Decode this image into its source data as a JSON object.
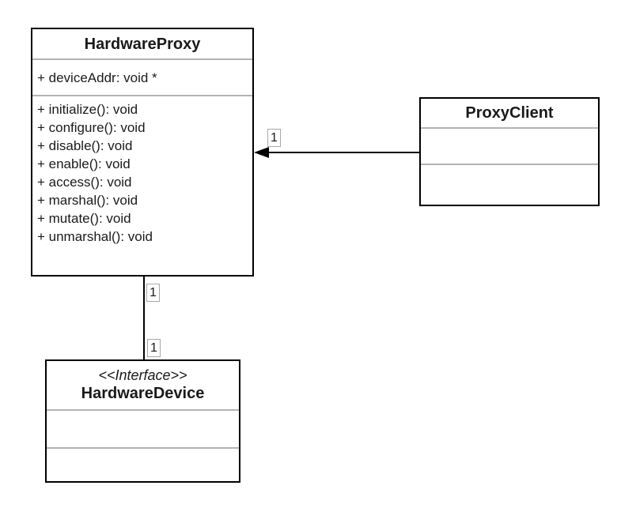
{
  "diagram": {
    "classes": {
      "hardware_proxy": {
        "name": "HardwareProxy",
        "attributes": [
          "+ deviceAddr: void *"
        ],
        "methods": [
          "+ initialize(): void",
          "+ configure(): void",
          "+ disable(): void",
          "+ enable(): void",
          "+ access(): void",
          "+ marshal(): void",
          "+ mutate(): void",
          "+ unmarshal(): void"
        ]
      },
      "proxy_client": {
        "name": "ProxyClient"
      },
      "hardware_device": {
        "stereotype": "<<Interface>>",
        "name": "HardwareDevice"
      }
    },
    "relations": {
      "client_to_proxy": {
        "type": "directed-association",
        "source": "ProxyClient",
        "target": "HardwareProxy",
        "target_multiplicity": "1"
      },
      "proxy_to_device": {
        "type": "association",
        "source": "HardwareProxy",
        "target": "HardwareDevice",
        "source_multiplicity": "1",
        "target_multiplicity": "1"
      }
    },
    "colors": {
      "background": "#ffffff",
      "shape_fill": "#ffffff",
      "shape_border": "#000000",
      "divider": "#b3b3b3",
      "text": "#1a1a1a",
      "edge": "#000000"
    }
  }
}
